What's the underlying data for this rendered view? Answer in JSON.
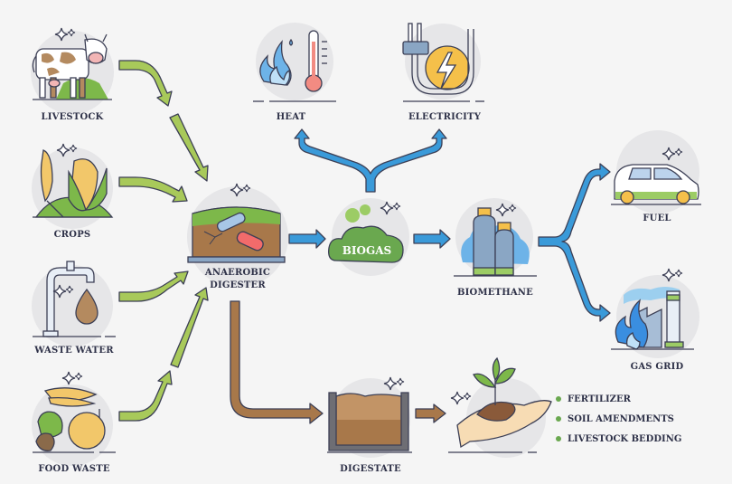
{
  "title": "Biogas production process",
  "colors": {
    "background": "#f5f5f5",
    "input_arrow": "#a8c95a",
    "energy_arrow": "#3a9ad9",
    "digestate_arrow": "#a8784a",
    "label_text": "#2e3148",
    "bullet": "#6aa84f"
  },
  "nodes": {
    "livestock": {
      "label": "LIVESTOCK",
      "icon": "cow-icon"
    },
    "crops": {
      "label": "CROPS",
      "icon": "corn-wheat-icon"
    },
    "waste_water": {
      "label": "WASTE WATER",
      "icon": "faucet-drop-icon"
    },
    "food_waste": {
      "label": "FOOD WASTE",
      "icon": "fruit-waste-icon"
    },
    "digester": {
      "label_line1": "ANAEROBIC",
      "label_line2": "DIGESTER",
      "icon": "digester-tank-icon"
    },
    "biogas": {
      "label": "BIOGAS",
      "icon": "gas-cloud-icon"
    },
    "heat": {
      "label": "HEAT",
      "icon": "flame-thermometer-icon"
    },
    "electricity": {
      "label": "ELECTRICITY",
      "icon": "plug-bolt-icon"
    },
    "biomethane": {
      "label": "BIOMETHANE",
      "icon": "gas-cylinders-icon"
    },
    "fuel": {
      "label": "FUEL",
      "icon": "car-icon"
    },
    "gas_grid": {
      "label": "GAS GRID",
      "icon": "factory-flame-icon"
    },
    "digestate": {
      "label": "DIGESTATE",
      "icon": "soil-container-icon"
    },
    "soil_use": {
      "icon": "hands-plant-icon"
    }
  },
  "digestate_uses": [
    "FERTILIZER",
    "SOIL AMENDMENTS",
    "LIVESTOCK BEDDING"
  ],
  "flows": [
    {
      "from": "LIVESTOCK",
      "to": "ANAEROBIC DIGESTER"
    },
    {
      "from": "CROPS",
      "to": "ANAEROBIC DIGESTER"
    },
    {
      "from": "WASTE WATER",
      "to": "ANAEROBIC DIGESTER"
    },
    {
      "from": "FOOD WASTE",
      "to": "ANAEROBIC DIGESTER"
    },
    {
      "from": "ANAEROBIC DIGESTER",
      "to": "BIOGAS"
    },
    {
      "from": "BIOGAS",
      "to": "HEAT"
    },
    {
      "from": "BIOGAS",
      "to": "ELECTRICITY"
    },
    {
      "from": "BIOGAS",
      "to": "BIOMETHANE"
    },
    {
      "from": "BIOMETHANE",
      "to": "FUEL"
    },
    {
      "from": "BIOMETHANE",
      "to": "GAS GRID"
    },
    {
      "from": "ANAEROBIC DIGESTER",
      "to": "DIGESTATE"
    },
    {
      "from": "DIGESTATE",
      "to": "SOIL USES"
    }
  ]
}
